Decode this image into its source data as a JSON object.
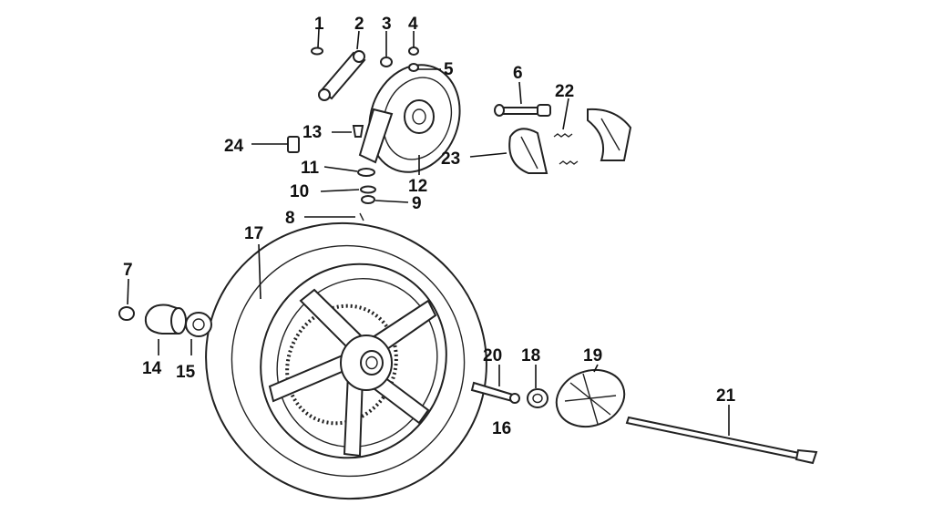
{
  "diagram": {
    "labels": [
      "1",
      "2",
      "3",
      "4",
      "5",
      "6",
      "7",
      "8",
      "9",
      "10",
      "11",
      "12",
      "13",
      "14",
      "15",
      "16",
      "17",
      "18",
      "19",
      "20",
      "21",
      "22",
      "23",
      "24"
    ],
    "colors": {
      "line": "#222222",
      "text": "#111111",
      "background": "#ffffff"
    }
  }
}
